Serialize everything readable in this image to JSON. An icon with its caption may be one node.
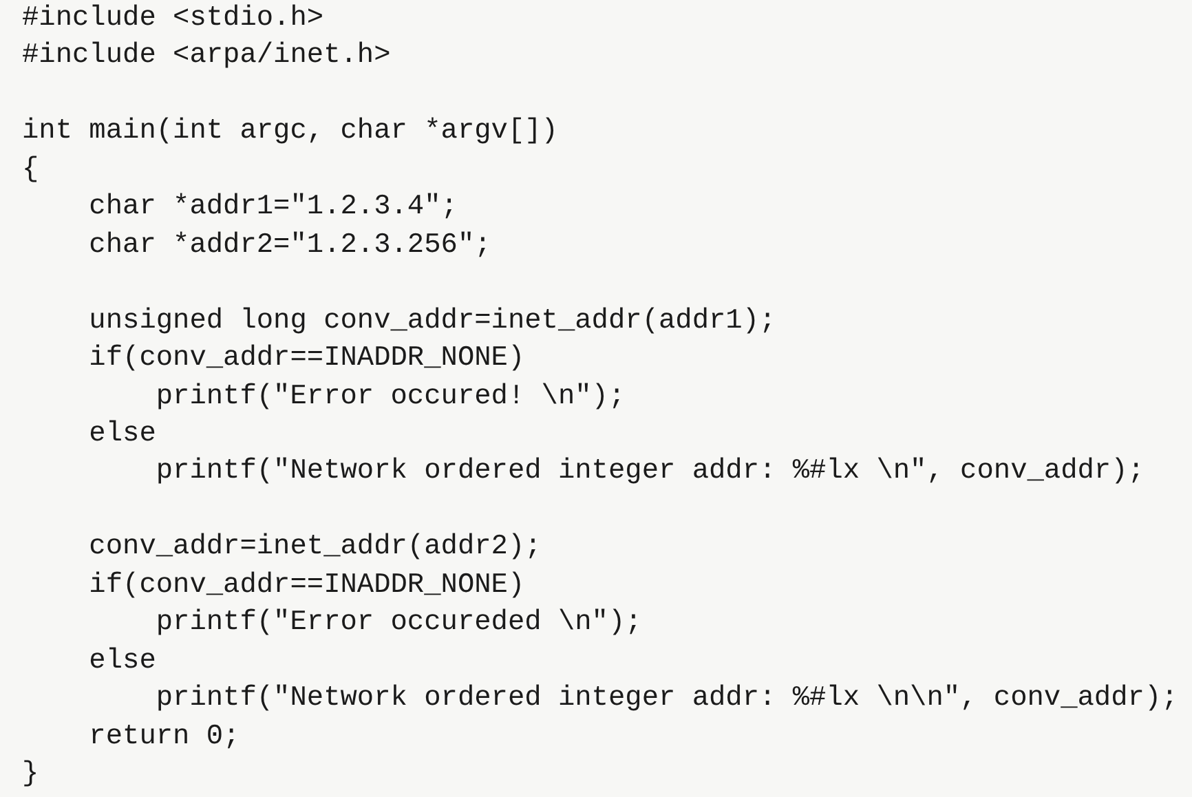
{
  "diagram": {
    "labels": [
      "#include <stdio.h>",
      "#include <arpa/inet.h>",
      "int main(int argc, char *argv[])",
      "{",
      "    char *addr1=\"1.2.3.4\";",
      "    char *addr2=\"1.2.3.256\";",
      "    unsigned long conv_addr=inet_addr(addr1);",
      "    if(conv_addr==INADDR_NONE)",
      "        printf(\"Error occured! \\n\");",
      "    else",
      "        printf(\"Network ordered integer addr: %#lx \\n\", conv_addr);",
      "    conv_addr=inet_addr(addr2);",
      "    if(conv_addr==INADDR_NONE)",
      "        printf(\"Error occureded \\n\");",
      "    else",
      "        printf(\"Network ordered integer addr: %#lx \\n\\n\", conv_addr);",
      "    return 0;",
      "}"
    ]
  }
}
